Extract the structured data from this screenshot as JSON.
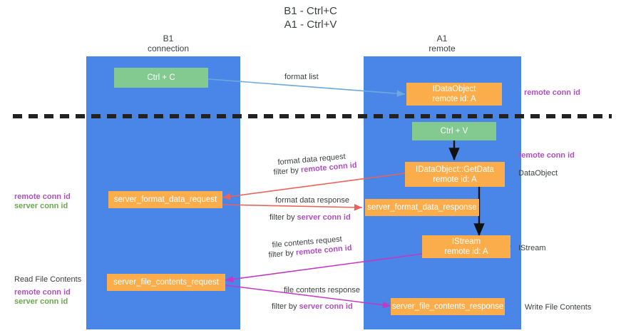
{
  "title": {
    "line1": "B1 - Ctrl+C",
    "line2": "A1 - Ctrl+V"
  },
  "columns": [
    {
      "id": "b1",
      "name": "B1",
      "sub": "connection"
    },
    {
      "id": "a1",
      "name": "A1",
      "sub": "remote"
    }
  ],
  "nodes": {
    "ctrl_c": "Ctrl + C",
    "idataobject_top_line1": "IDataObject",
    "idataobject_top_line2": "remote id: A",
    "ctrl_v": "Ctrl + V",
    "getdata_line1": "IDataObject::GetData",
    "getdata_line2": "remote id: A",
    "server_format_data_request": "server_format_data_request",
    "server_format_data_response": "server_format_data_response",
    "istream_line1": "IStream",
    "istream_line2": "remote id: A",
    "server_file_contents_request": "server_file_contents_request",
    "server_file_contents_response": "server_file_contents_response"
  },
  "edge_labels": {
    "format_list": "format list",
    "format_data_request": "format data request",
    "format_data_request_filter_prefix": "filter by ",
    "format_data_request_filter_key": "remote conn id",
    "format_data_response": "format data response",
    "format_data_response_filter_prefix": "filter by ",
    "format_data_response_filter_key": "server conn id",
    "file_contents_request": "file contents request",
    "file_contents_request_filter_prefix": "filter by ",
    "file_contents_request_filter_key": "remote conn id",
    "file_contents_response": "file contents response",
    "file_contents_response_filter_prefix": "filter by ",
    "file_contents_response_filter_key": "server conn id"
  },
  "left_annotations": {
    "group1_remote": "remote conn id",
    "group1_server": "server conn id",
    "read_file_contents": "Read File Contents",
    "group2_remote": "remote conn id",
    "group2_server": "server conn id"
  },
  "right_annotations": {
    "remote_conn_id_top": "remote conn id",
    "remote_conn_id_mid": "remote conn id",
    "data_object": "DataObject",
    "istream": "IStream",
    "write_file_contents": "Write File Contents"
  },
  "colors": {
    "lane": "#4a86e8",
    "green_node": "#82ca8f",
    "orange_node": "#fbad4b",
    "purple_key": "#b24fc4",
    "green_key": "#6aa84f",
    "arrow_blue": "#6fa8dc",
    "arrow_red": "#e8645a",
    "arrow_magenta": "#c238c2",
    "arrow_black": "#000000",
    "divider": "#222222",
    "text": "#3c4043"
  }
}
